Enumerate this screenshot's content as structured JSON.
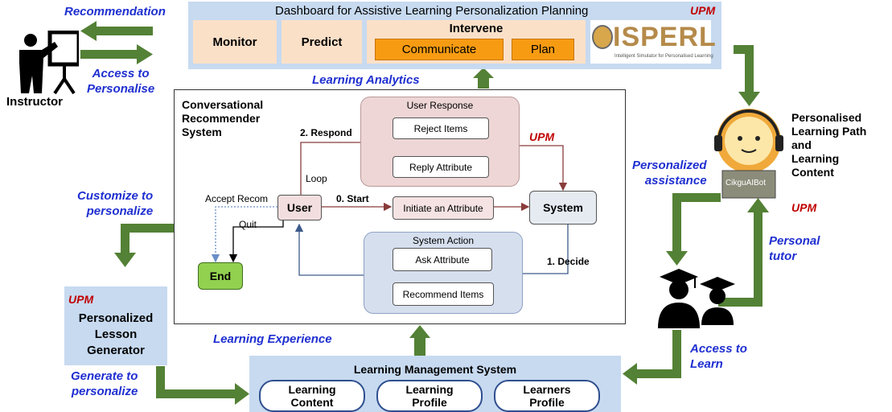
{
  "dashboard": {
    "title": "Dashboard for Assistive Learning Personalization Planning",
    "upm": "UPM",
    "monitor": "Monitor",
    "predict": "Predict",
    "intervene": "Intervene",
    "communicate": "Communicate",
    "plan": "Plan",
    "logo_text": "ISPERL",
    "logo_sub": "Intelligent Simulator for Personalised Learning"
  },
  "instructor": {
    "label": "Instructor",
    "recommendation": "Recommendation",
    "access_line1": "Access to",
    "access_line2": "Personalise"
  },
  "learning_analytics": "Learning Analytics",
  "crs": {
    "title_l1": "Conversational",
    "title_l2": "Recommender",
    "title_l3": "System",
    "user_response": "User Response",
    "reject_items": "Reject Items",
    "reply_attribute": "Reply Attribute",
    "respond": "2. Respond",
    "upm": "UPM",
    "loop": "Loop",
    "accept_recom": "Accept Recom",
    "user": "User",
    "start": "0. Start",
    "initiate": "Initiate an Attribute",
    "system": "System",
    "quit": "Quit",
    "system_action": "System Action",
    "ask_attribute": "Ask Attribute",
    "decide": "1. Decide",
    "end": "End",
    "recommend_items": "Recommend Items"
  },
  "chatbot": {
    "title_l1": "Personalised",
    "title_l2": "Learning Path",
    "title_l3": "and",
    "title_l4": "Learning",
    "title_l5": "Content",
    "upm": "UPM",
    "bot_name": "CikguAIBot",
    "assist_l1": "Personalized",
    "assist_l2": "assistance",
    "tutor_l1": "Personal",
    "tutor_l2": "tutor"
  },
  "learners": {
    "access_l1": "Access to",
    "access_l2": "Learn"
  },
  "customize": {
    "l1": "Customize to",
    "l2": "personalize"
  },
  "lesson": {
    "upm": "UPM",
    "l1": "Personalized",
    "l2": "Lesson",
    "l3": "Generator",
    "gen_l1": "Generate to",
    "gen_l2": "personalize"
  },
  "learning_experience": "Learning Experience",
  "lms": {
    "title": "Learning Management System",
    "items": [
      {
        "l1": "Learning",
        "l2": "Content"
      },
      {
        "l1": "Learning",
        "l2": "Profile"
      },
      {
        "l1": "Learners",
        "l2": "Profile"
      }
    ]
  },
  "colors": {
    "green_arrow": "#538135",
    "panel_blue": "#c7daf0",
    "peach": "#fbe0c8",
    "orange": "#f79b12",
    "upm_red": "#c00000",
    "label_blue": "#1f2fd0",
    "end_green": "#92d050"
  },
  "icons": [
    "instructor-icon",
    "chatbot-icon",
    "learners-icon",
    "isperl-logo-icon"
  ]
}
